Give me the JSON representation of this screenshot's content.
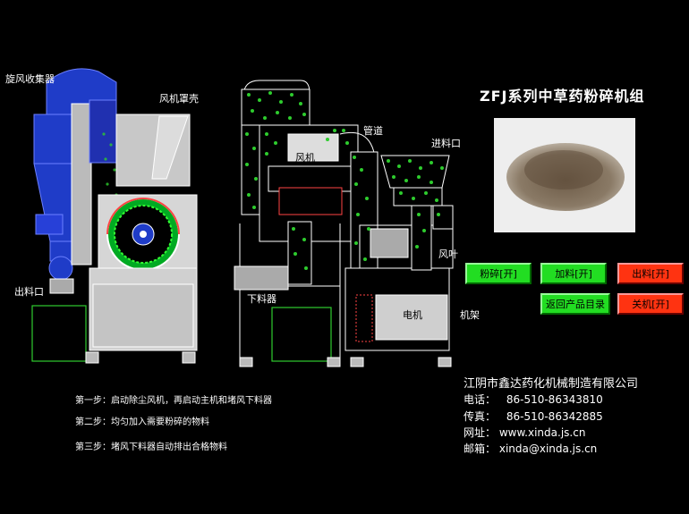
{
  "title": "ZFJ系列中草药粉碎机组",
  "machine_labels": {
    "cyclone": "旋风收集器",
    "fan_housing": "风机罩壳",
    "outlet": "出料口",
    "pipe": "管道",
    "fan": "风机",
    "inlet": "进料口",
    "blade": "风叶",
    "lower_feeder": "下料器",
    "motor": "电机",
    "frame": "机架"
  },
  "buttons": {
    "crush": "粉碎[开]",
    "feed": "加料[开]",
    "discharge": "出料[开]",
    "back": "返回产品目录",
    "shutdown": "关机[开]"
  },
  "steps": [
    "第一步：启动除尘风机，再启动主机和堵风下料器",
    "第二步：均匀加入需要粉碎的物料",
    "第三步：堵风下料器自动排出合格物料"
  ],
  "company": "江阴市鑫达药化机械制造有限公司",
  "contacts": {
    "phone_label": "电话：",
    "phone": "86-510-86343810",
    "fax_label": "传真：",
    "fax": "86-510-86342885",
    "web_label": "网址：",
    "web": "www.xinda.js.cn",
    "email_label": "邮箱：",
    "email": "xinda@xinda.js.cn"
  },
  "colors": {
    "green_button": "#22dd22",
    "red_button": "#ff3311",
    "cyclone_blue": "#1f3cc8",
    "particle_green": "#2ecc2e"
  }
}
